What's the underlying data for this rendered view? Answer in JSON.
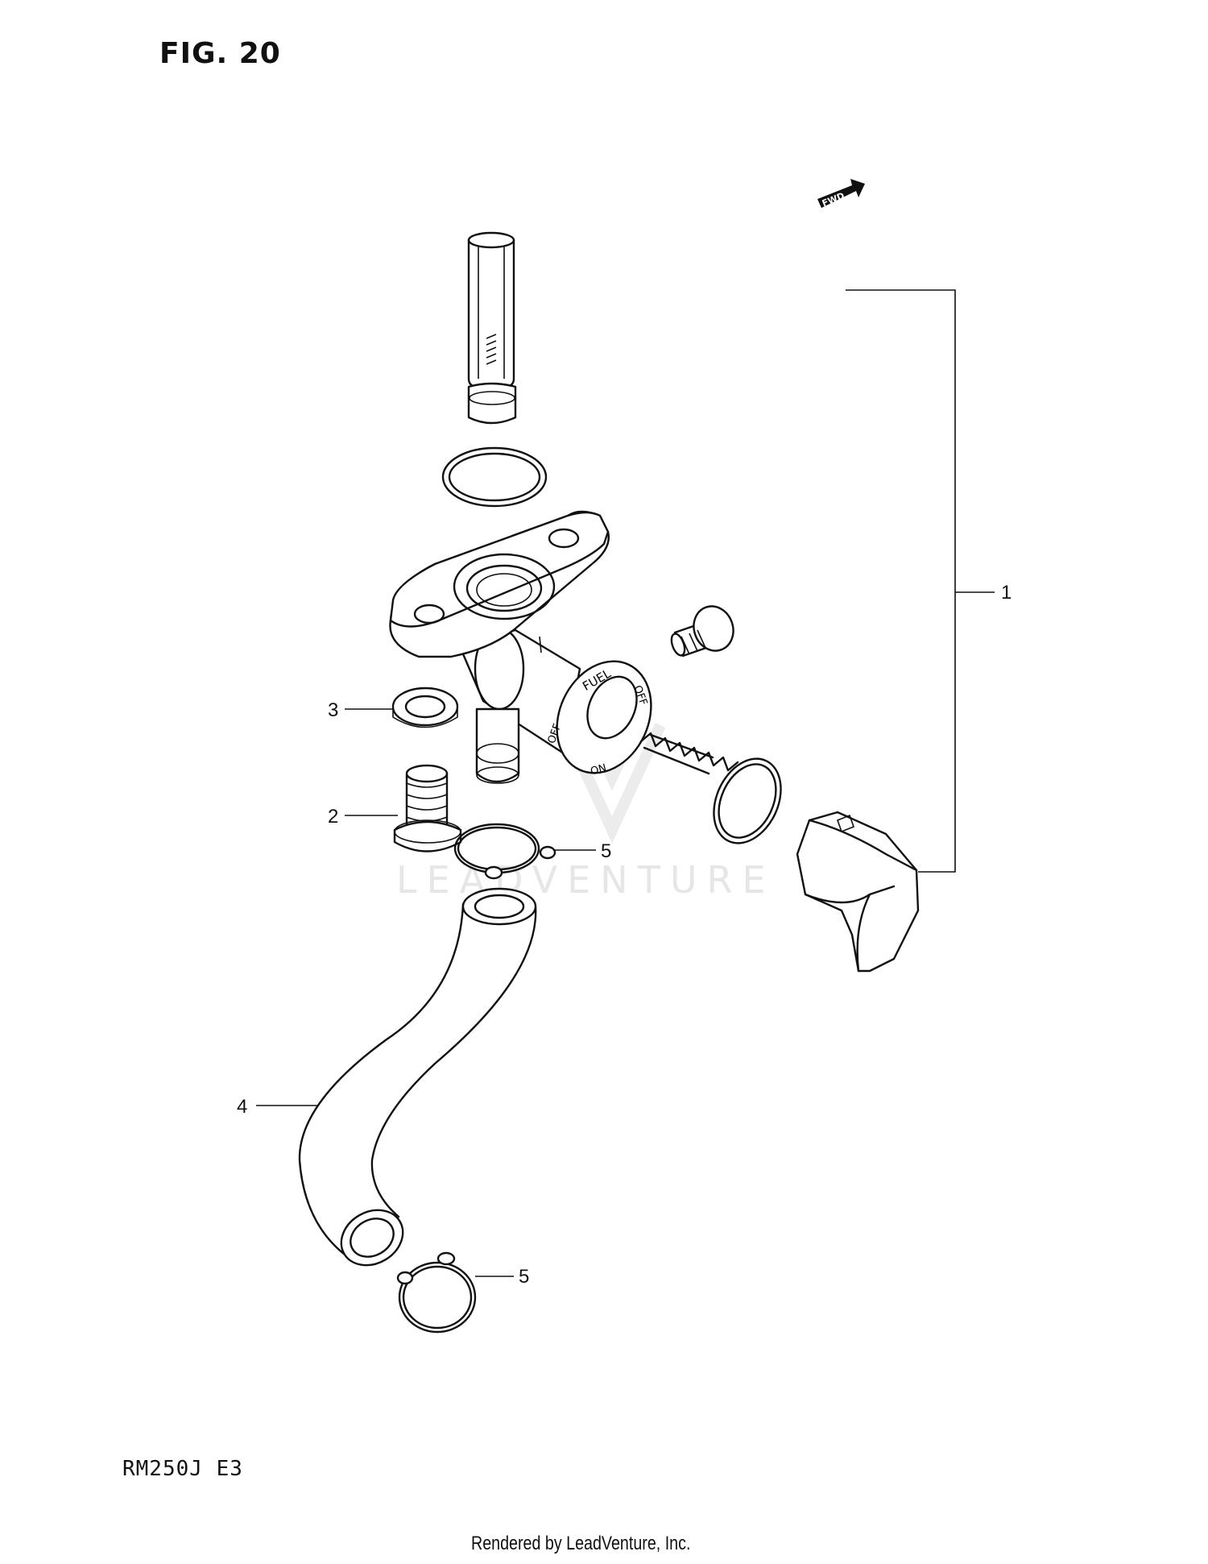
{
  "figure": {
    "title": "FIG. 20"
  },
  "model": "RM250J  E3",
  "footer": "Rendered by LeadVenture, Inc.",
  "fwd_label": "FWD",
  "watermark": "LEADVENTURE",
  "valve_markings": {
    "fuel": "FUEL",
    "off_right": "OFF",
    "off_left": "OFF",
    "on": "ON"
  },
  "callouts": [
    {
      "id": "1",
      "label": "1"
    },
    {
      "id": "2",
      "label": "2"
    },
    {
      "id": "3",
      "label": "3"
    },
    {
      "id": "4",
      "label": "4"
    },
    {
      "id": "5a",
      "label": "5"
    },
    {
      "id": "5b",
      "label": "5"
    }
  ]
}
